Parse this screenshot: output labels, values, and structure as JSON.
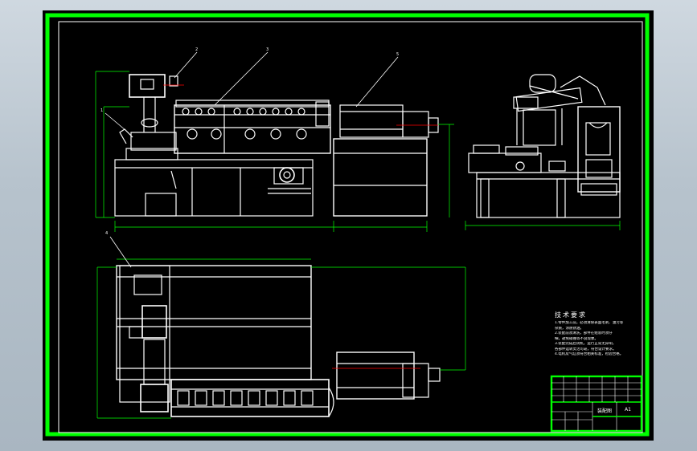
{
  "drawing": {
    "part_numbers": [
      "1",
      "2",
      "3",
      "4",
      "5"
    ],
    "tech_requirements": {
      "title": "技术要求",
      "lines": [
        "1.零件加工前，必须清除表面毛刺、油污等",
        "杂质，涂防锈油。",
        "2.装配前须清洗，部件在组装时须仔",
        "细，避免碰撞等不良现象。",
        "3.装配完成后试机，运行正常无异响，",
        "各部件运转灵活可靠，符合设计要求。",
        "4.电机及气缸须符合相关标准，检验合格。"
      ]
    },
    "title_block": {
      "drawing_title": "装配图",
      "sheet_label": "A1"
    }
  },
  "colors": {
    "background": "#000000",
    "outline": "#ffffff",
    "border": "#00ff00",
    "dimension": "#00ff00",
    "centerline": "#ff0000"
  }
}
